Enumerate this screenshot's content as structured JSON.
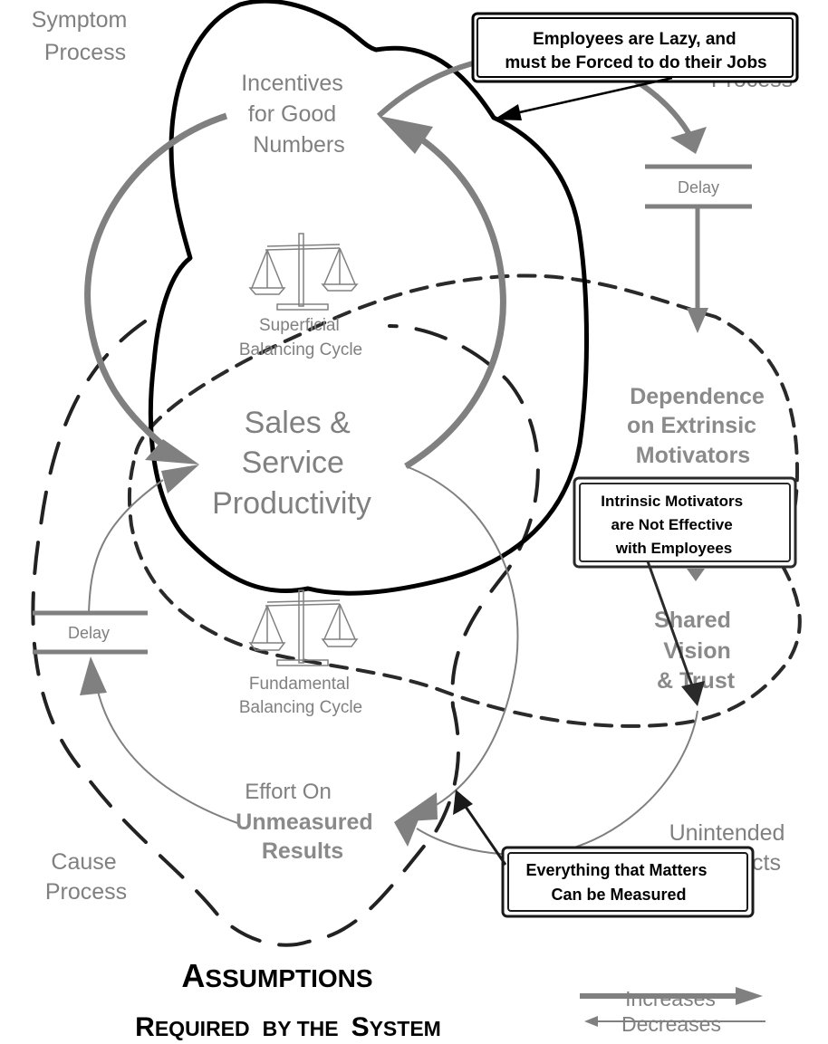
{
  "diagram": {
    "title_line1_big": "A",
    "title_line1_rest": "SSUMPTIONS",
    "title_line2_parts": [
      {
        "big": "R",
        "rest": "EQUIRED"
      },
      {
        "big": "",
        "rest": "BY THE"
      },
      {
        "big": "S",
        "rest": "YSTEM"
      }
    ],
    "process_labels": {
      "symptom": [
        "Symptom",
        "Process"
      ],
      "fundamental": [
        "Process"
      ],
      "cause": [
        "Cause",
        "Process"
      ],
      "side_effects": [
        "Unintended",
        "cts"
      ]
    },
    "nodes": {
      "incentives": [
        "Incentives",
        "for Good",
        "Numbers"
      ],
      "productivity": [
        "Sales &",
        "Service",
        "Productivity"
      ],
      "dependence": [
        "Dependence",
        "on Extrinsic",
        "Motivators"
      ],
      "shared_vision": [
        "Shared",
        "Vision",
        "& Trust"
      ],
      "effort_line1": "Effort On",
      "effort_line2": "Unmeasured",
      "effort_line3": "Results"
    },
    "cycles": {
      "superficial": [
        "Superficial",
        "Balancing Cycle"
      ],
      "fundamental": [
        "Fundamental",
        "Balancing Cycle"
      ]
    },
    "delays": {
      "right": "Delay",
      "left": "Delay"
    },
    "assumption_boxes": {
      "lazy": [
        "Employees are Lazy,  and",
        "must be Forced to do  their Jobs"
      ],
      "intrinsic": [
        "Intrinsic Motivators",
        "are Not Effective",
        "with Employees"
      ],
      "measured": [
        "Everything that Matters",
        "Can be  Measured"
      ]
    },
    "legend": {
      "increases": "Increases",
      "decreases": "Decreases"
    },
    "colors": {
      "arrow_gray": "#808080",
      "outline_black": "#000000",
      "dash_dark": "#2a2a2a",
      "label_gray": "#808080"
    }
  }
}
